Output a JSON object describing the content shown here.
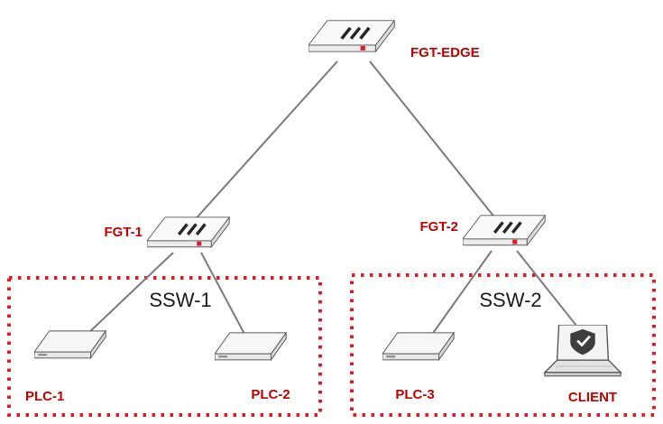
{
  "diagram": {
    "type": "network-topology",
    "nodes": {
      "fgt_edge": {
        "label": "FGT-EDGE",
        "type": "fortigate-firewall"
      },
      "fgt1": {
        "label": "FGT-1",
        "type": "fortigate-firewall"
      },
      "fgt2": {
        "label": "FGT-2",
        "type": "fortigate-firewall"
      },
      "plc1": {
        "label": "PLC-1",
        "type": "plc-device"
      },
      "plc2": {
        "label": "PLC-2",
        "type": "plc-device"
      },
      "plc3": {
        "label": "PLC-3",
        "type": "plc-device"
      },
      "client": {
        "label": "CLIENT",
        "type": "laptop-with-shield"
      }
    },
    "zones": {
      "ssw1": {
        "label": "SSW-1",
        "members": [
          "PLC-1",
          "PLC-2"
        ]
      },
      "ssw2": {
        "label": "SSW-2",
        "members": [
          "PLC-3",
          "CLIENT"
        ]
      }
    },
    "edges": [
      {
        "from": "FGT-EDGE",
        "to": "FGT-1"
      },
      {
        "from": "FGT-EDGE",
        "to": "FGT-2"
      },
      {
        "from": "FGT-1",
        "to": "PLC-1"
      },
      {
        "from": "FGT-1",
        "to": "PLC-2"
      },
      {
        "from": "FGT-2",
        "to": "PLC-3"
      },
      {
        "from": "FGT-2",
        "to": "CLIENT"
      }
    ],
    "icons": {
      "firewall": "fortigate-slash-panel-icon",
      "client_shield": "shield-check-icon"
    },
    "colors": {
      "label_red": "#c00000",
      "zone_border_red": "#e01b24",
      "link_gray": "#7a7a7a",
      "zone_label_black": "#1a1a1a",
      "device_stroke": "#5a5a5a",
      "logo_red": "#e01b24",
      "shield_dark": "#3d3d3d"
    }
  }
}
